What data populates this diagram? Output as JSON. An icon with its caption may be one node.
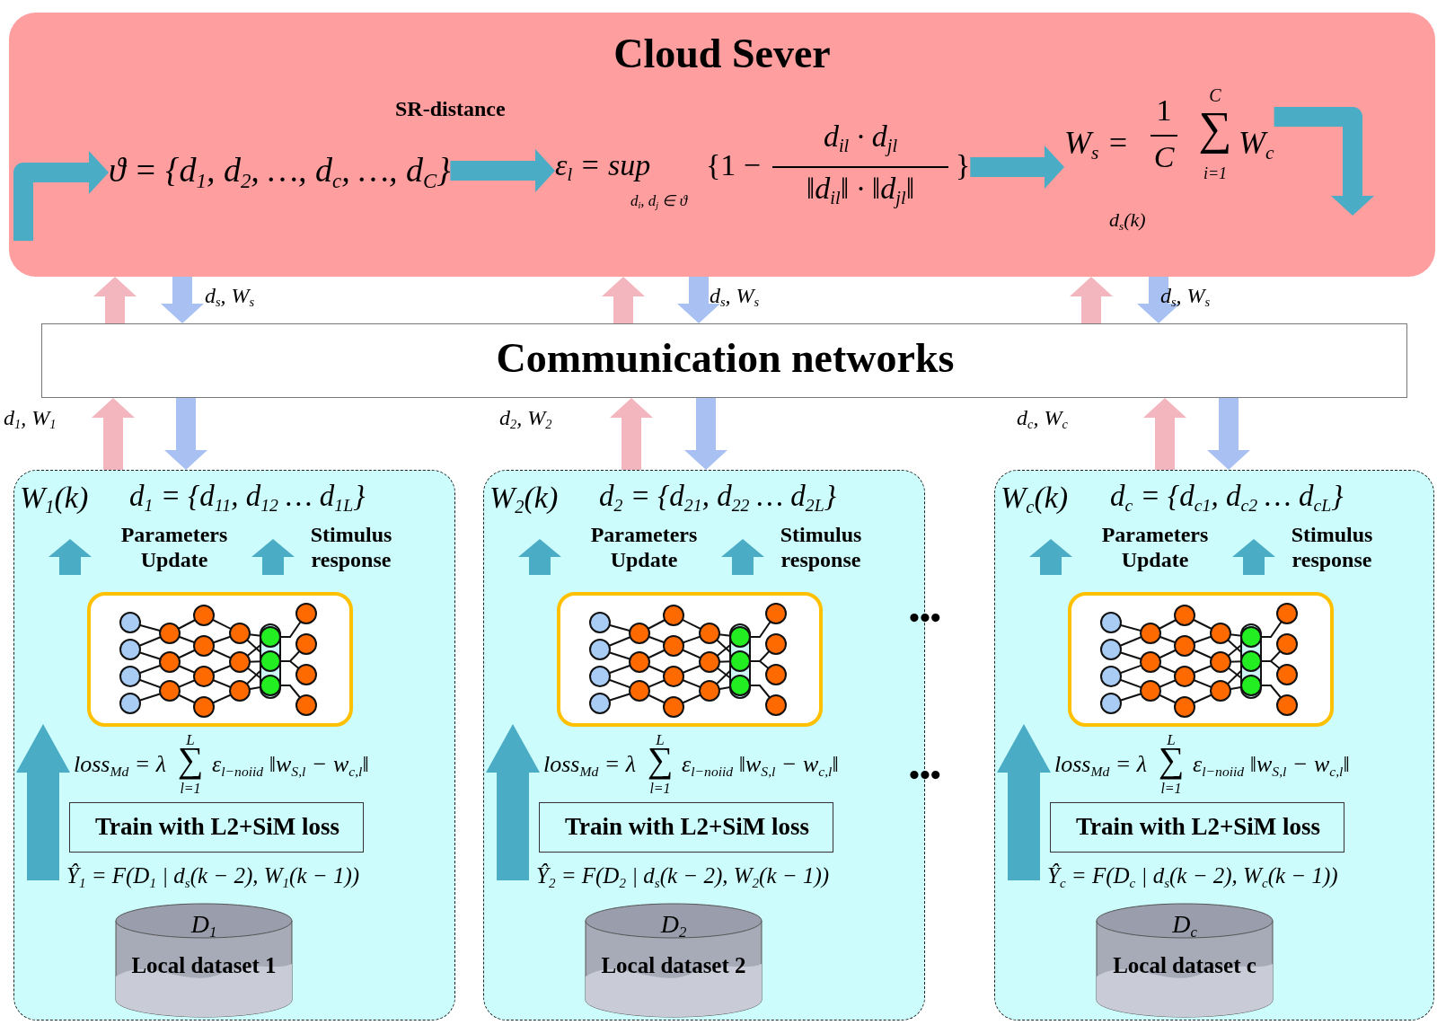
{
  "diagram": {
    "nodes": [
      {
        "text": [
          "Cloud Sever"
        ]
      },
      {
        "text": [
          "ϑ = {d$_{1}$, d$_{2}$, …, d$_{c}$, …, d$_{C}$}"
        ],
        "in": 0
      },
      {
        "text": [
          "ε$_{l}$ = sup",
          "d$_{i}$, d$_{j}$ ∈ ϑ",
          "{1 −",
          "d$_{il}$ · d$_{jl}$",
          "‖d$_{il}$‖ · ‖d$_{jl}$‖",
          "}"
        ],
        "in": 0
      },
      {
        "text": [
          "W$_{s}$ =",
          "1",
          "C",
          "C",
          "∑",
          "i=1",
          "W$_{c}$"
        ],
        "in": 0,
        "beside": [
          "d$_{s}$(k)"
        ]
      },
      {
        "text": [
          "Communication networks"
        ]
      },
      {
        "text": [
          "W$_{1}$(k)",
          "d$_{1}$ = {d$_{11}$, d$_{12}$ … d$_{1L}$}",
          "Parameters Update",
          "Stimulus response",
          "loss$_{Md}$ = λ",
          "L",
          "∑",
          "l=1",
          "ε$_{l−noiid}$ ‖w$_{S,l}$ − w$_{c,l}$‖",
          "Ŷ$_{1}$ = F(D$_{1}$ | d$_{s}$(k − 2), W$_{1}$(k − 1))"
        ]
      },
      {
        "text": [],
        "shape": "picture",
        "in": 5
      },
      {
        "text": [
          "Train with L2+SiM loss"
        ],
        "in": 5
      },
      {
        "text": [
          "D$_{1}$",
          "Local dataset 1"
        ],
        "in": 5
      },
      {
        "text": [
          "W$_{2}$(k)",
          "d$_{2}$ = {d$_{21}$, d$_{22}$ … d$_{2L}$}",
          "Parameters Update",
          "Stimulus response",
          "loss$_{Md}$ = λ",
          "L",
          "∑",
          "l=1",
          "ε$_{l−noiid}$ ‖w$_{S,l}$ − w$_{c,l}$‖",
          "Ŷ$_{2}$ = F(D$_{2}$ | d$_{s}$(k − 2), W$_{2}$(k − 1))"
        ]
      },
      {
        "text": [],
        "shape": "picture",
        "in": 9
      },
      {
        "text": [
          "Train with L2+SiM loss"
        ],
        "in": 9
      },
      {
        "text": [
          "D$_{2}$",
          "Local dataset 2"
        ],
        "in": 9
      },
      {
        "text": [
          "W$_{c}$(k)",
          "d$_{c}$ = {d$_{c1}$, d$_{c2}$ … d$_{cL}$}",
          "Parameters Update",
          "Stimulus response",
          "loss$_{Md}$ = λ",
          "L",
          "∑",
          "l=1",
          "ε$_{l−noiid}$ ‖w$_{S,l}$ − w$_{c,l}$‖",
          "Ŷ$_{c}$ = F(D$_{c}$ | d$_{s}$(k − 2), W$_{c}$(k − 1))"
        ]
      },
      {
        "text": [],
        "shape": "picture",
        "in": 13
      },
      {
        "text": [
          "Train with L2+SiM loss"
        ],
        "in": 13
      },
      {
        "text": [
          "D$_{c}$",
          "Local dataset c"
        ],
        "in": 13
      }
    ],
    "edges": [
      {
        "from": null,
        "to": 1,
        "arrow": "to",
        "color": "#4bacc6"
      },
      {
        "from": 1,
        "to": 2,
        "arrow": "to",
        "color": "#4bacc6"
      },
      {
        "from": 2,
        "to": 3,
        "arrow": "to",
        "color": "#4bacc6"
      },
      {
        "from": 3,
        "to": null,
        "arrow": "to",
        "color": "#4bacc6"
      },
      {
        "from": 4,
        "to": 0,
        "arrow": "to",
        "color": "#f4b6be"
      },
      {
        "from": 0,
        "to": 4,
        "arrow": "to",
        "color": "#a9c1f2",
        "label": "d$_{s}$, W$_{s}$"
      },
      {
        "from": 4,
        "to": 0,
        "arrow": "to",
        "color": "#f4b6be"
      },
      {
        "from": 0,
        "to": 4,
        "arrow": "to",
        "color": "#a9c1f2",
        "label": "d$_{s}$, W$_{s}$"
      },
      {
        "from": 4,
        "to": 0,
        "arrow": "to",
        "color": "#f4b6be"
      },
      {
        "from": 0,
        "to": 4,
        "arrow": "to",
        "color": "#a9c1f2",
        "label": "d$_{s}$, W$_{s}$"
      },
      {
        "from": 5,
        "to": 4,
        "arrow": "to",
        "color": "#f4b6be",
        "label": "d$_{1}$, W$_{1}$"
      },
      {
        "from": 4,
        "to": 5,
        "arrow": "to",
        "color": "#a9c1f2"
      },
      {
        "from": 9,
        "to": 4,
        "arrow": "to",
        "color": "#f4b6be",
        "label": "d$_{2}$, W$_{2}$"
      },
      {
        "from": 4,
        "to": 9,
        "arrow": "to",
        "color": "#a9c1f2"
      },
      {
        "from": 13,
        "to": 4,
        "arrow": "to",
        "color": "#f4b6be",
        "label": "d$_{c}$, W$_{c}$"
      },
      {
        "from": 4,
        "to": 13,
        "arrow": "to",
        "color": "#a9c1f2"
      }
    ],
    "labels": [
      "SR-distance",
      "•••",
      "•••"
    ]
  }
}
